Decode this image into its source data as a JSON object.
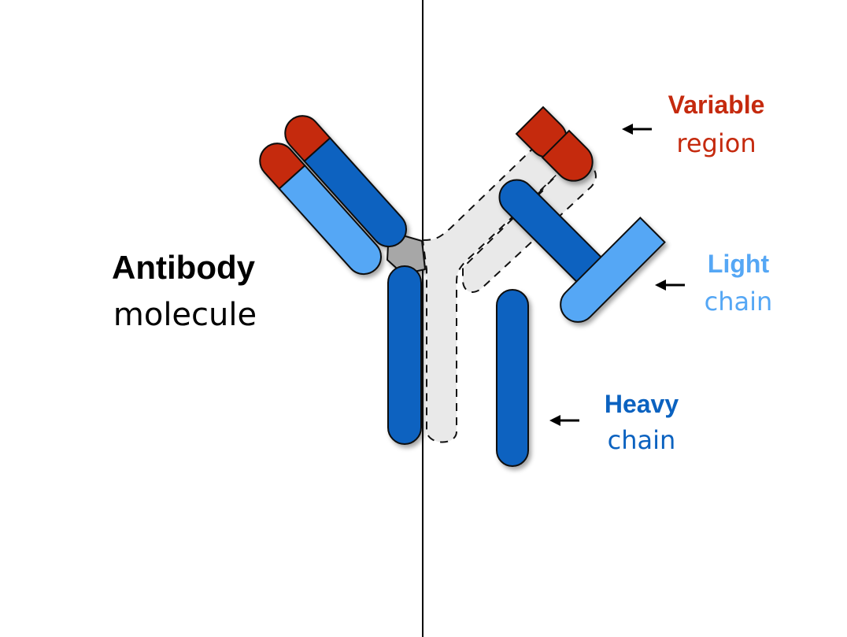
{
  "title": {
    "main": "Antibody",
    "sub": "molecule"
  },
  "labels": {
    "variable": {
      "bold": "Variable",
      "light": "region"
    },
    "light_chain": {
      "bold": "Light",
      "light": "chain"
    },
    "heavy_chain": {
      "bold": "Heavy",
      "light": "chain"
    }
  },
  "colors": {
    "variable": "#c52a0e",
    "heavy": "#0b62c0",
    "light": "#55a7f5",
    "hinge": "#a7a7a7",
    "ghost": "#e9e9e9",
    "outline": "#111111"
  },
  "icons": {
    "arrow": "left-arrow-icon"
  }
}
